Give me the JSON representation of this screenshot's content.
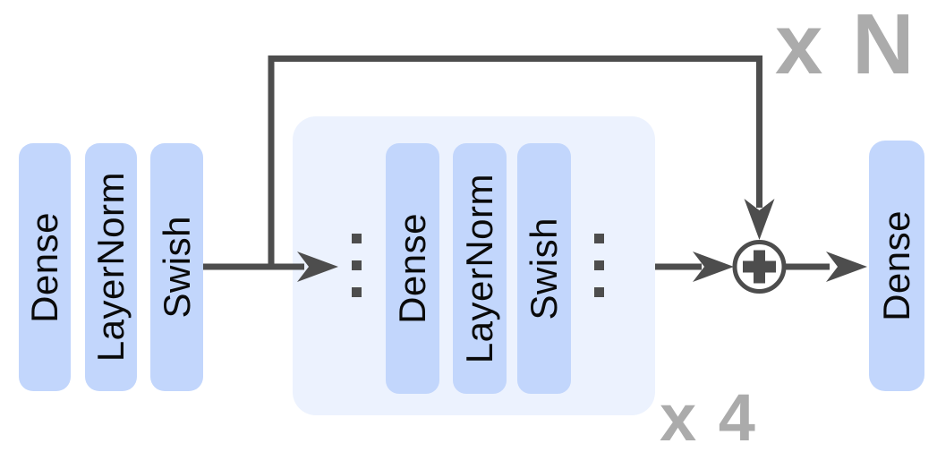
{
  "left_stack": {
    "blocks": [
      "Dense",
      "LayerNorm",
      "Swish"
    ]
  },
  "inner_stack": {
    "blocks": [
      "Dense",
      "LayerNorm",
      "Swish"
    ],
    "repeat_label": "x 4",
    "ellipsis_icon": "vertical-ellipsis"
  },
  "skip_connection": {
    "repeat_label": "x N",
    "sum_icon": "plus-circle"
  },
  "output_block": {
    "label": "Dense"
  },
  "colors": {
    "block_fill": "#c2d6fc",
    "container_fill": "#ecf2fe",
    "wire": "#4d4d4d",
    "label_gray": "#ababab",
    "block_text": "#0a0a0a"
  }
}
